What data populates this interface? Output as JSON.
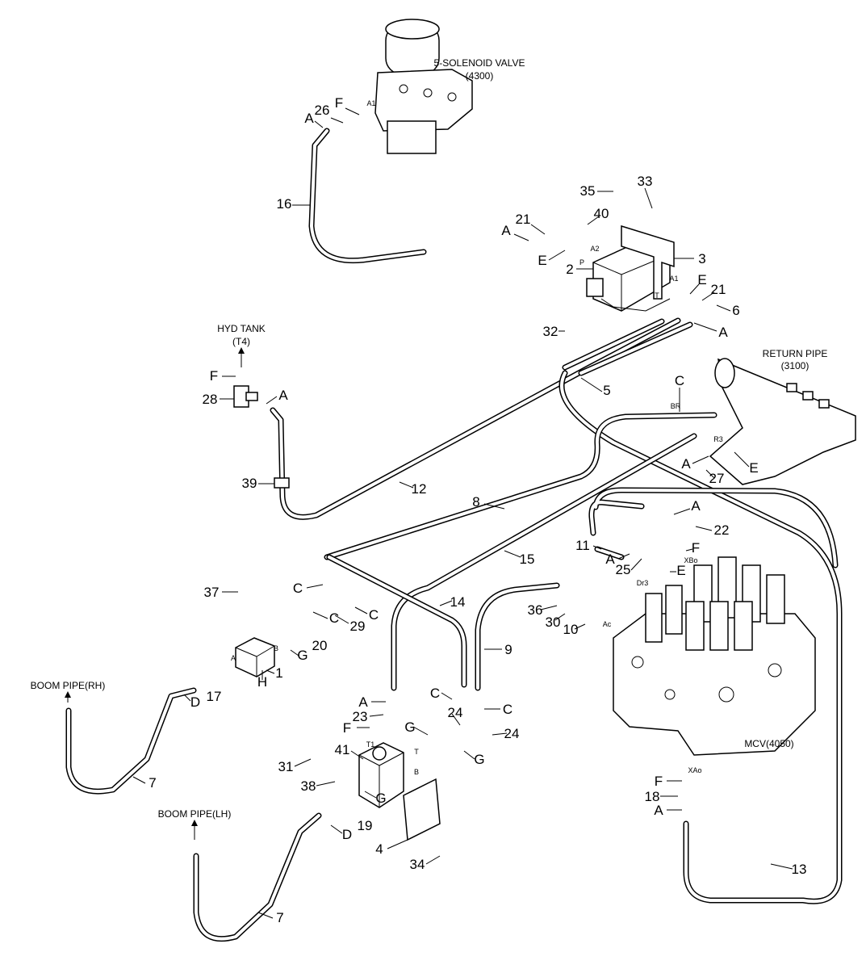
{
  "diagram": {
    "components": {
      "solenoid_valve": "5-SOLENOID VALVE",
      "solenoid_valve_code": "(4300)",
      "hyd_tank": "HYD TANK",
      "hyd_tank_code": "(T4)",
      "return_pipe": "RETURN PIPE",
      "return_pipe_code": "(3100)",
      "boom_pipe_rh": "BOOM PIPE(RH)",
      "boom_pipe_lh": "BOOM PIPE(LH)",
      "mcv": "MCV(4050)"
    },
    "labels": [
      "26",
      "F",
      "A",
      "A1",
      "16",
      "35",
      "33",
      "40",
      "21",
      "A",
      "E",
      "2",
      "3",
      "P",
      "A2",
      "A1",
      "E",
      "21",
      "6",
      "A",
      "T",
      "32",
      "F",
      "28",
      "A",
      "5",
      "C",
      "BR",
      "R3",
      "A",
      "27",
      "E",
      "39",
      "12",
      "8",
      "A",
      "22",
      "11",
      "A",
      "25",
      "F",
      "XBo",
      "E",
      "Dr3",
      "15",
      "C",
      "14",
      "37",
      "29",
      "C",
      "C",
      "20",
      "G",
      "A",
      "B",
      "36",
      "30",
      "10",
      "Ac",
      "9",
      "H",
      "1",
      "D",
      "17",
      "A",
      "C",
      "C",
      "23",
      "24",
      "24",
      "F",
      "G",
      "G",
      "T1",
      "T",
      "B",
      "31",
      "41",
      "38",
      "7",
      "XAo",
      "F",
      "18",
      "A",
      "G",
      "19",
      "D",
      "4",
      "34",
      "13",
      "7"
    ]
  }
}
